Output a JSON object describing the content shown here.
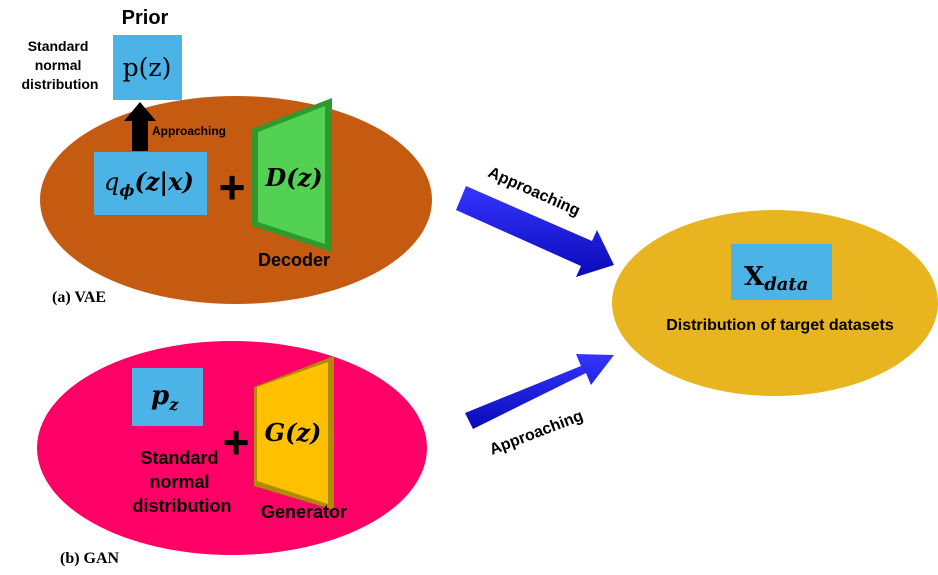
{
  "vae": {
    "prior_title": "Prior",
    "prior_box": "p(z)",
    "prior_note_lines": [
      "Standard",
      "normal",
      "distribution"
    ],
    "small_approaching": "Approaching",
    "encoder_main": "q",
    "encoder_sub": "ϕ",
    "encoder_arg": "(z|x)",
    "plus": "+",
    "decoder_box": "D(z)",
    "decoder_label": "Decoder",
    "caption": "(a) VAE",
    "arrow_label": "Approaching"
  },
  "gan": {
    "prior_main": "p",
    "prior_sub": "z",
    "prior_note_lines": [
      "Standard",
      "normal",
      "distribution"
    ],
    "plus": "+",
    "generator_box": "G(z)",
    "generator_label": "Generator",
    "caption": "(b) GAN",
    "arrow_label": "Approaching"
  },
  "target": {
    "main": "X",
    "sub": "data",
    "label": "Distribution of target datasets"
  },
  "colors": {
    "vae_ellipse": "#C55A11",
    "gan_ellipse": "#FF0066",
    "target_ellipse": "#E8B41F",
    "box": "#4BB3E6",
    "decoder": "#52D152",
    "generator": "#FFC000",
    "arrow": "#1414E6"
  }
}
